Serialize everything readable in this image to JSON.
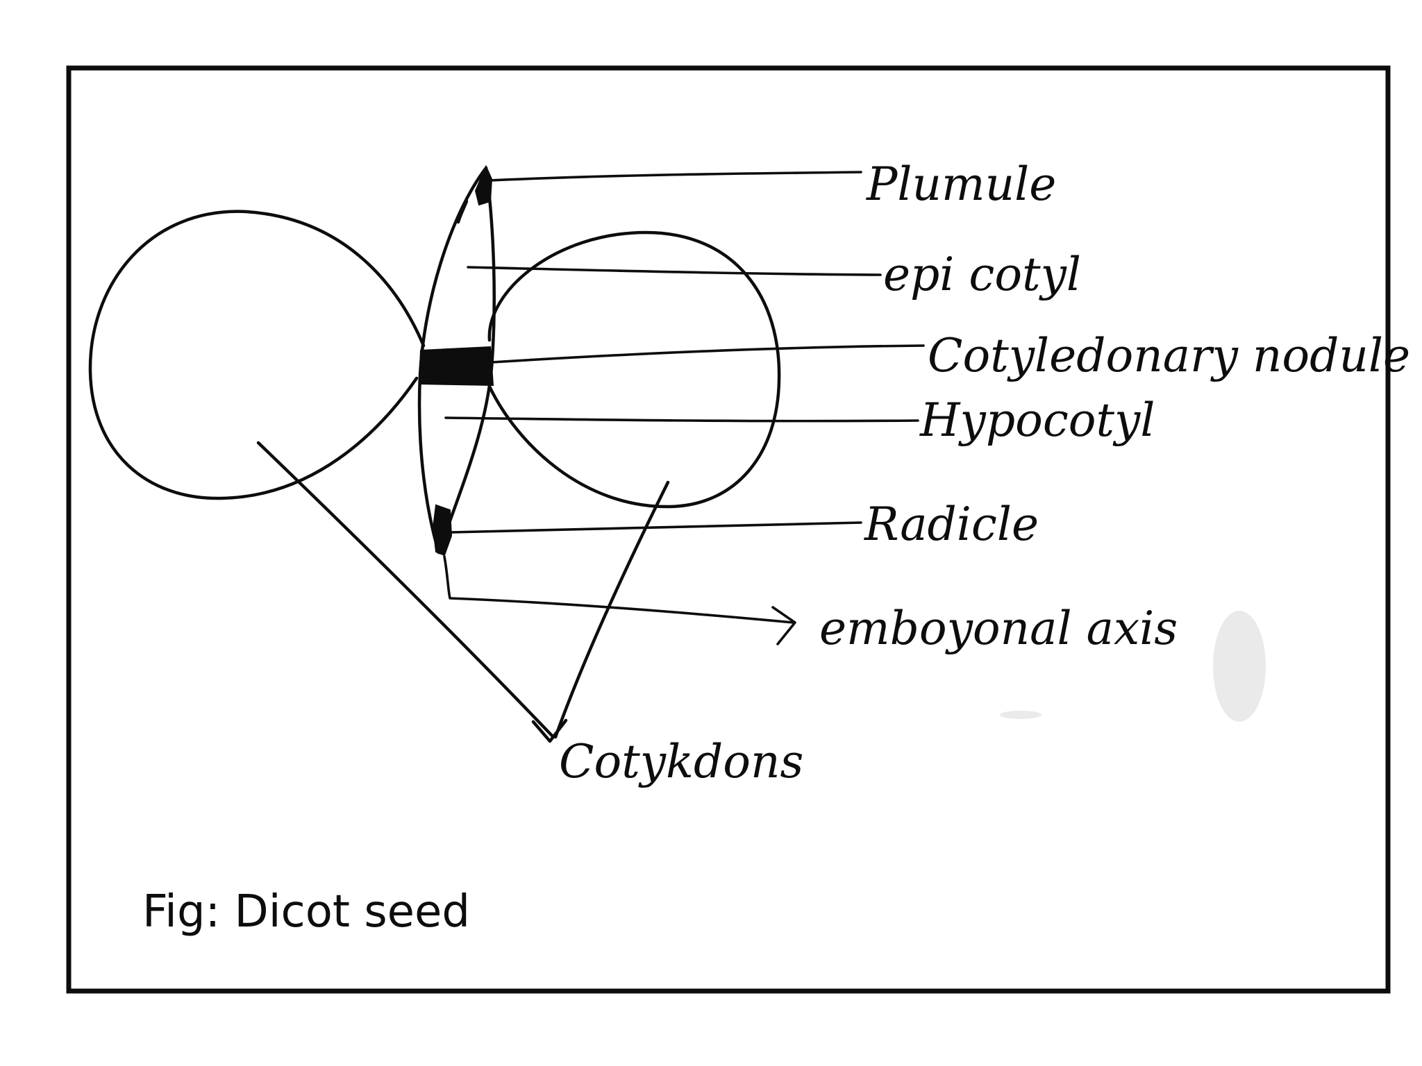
{
  "diagram": {
    "labels": {
      "plumule": "Plumule",
      "epicotyl": "epi cotyl",
      "cotyledonary_node": "Cotyledonary nodule",
      "hypocotyl": "Hypocotyl",
      "radicle": "Radicle",
      "embryonal_axis": "emboyonal axis",
      "cotyledons": "Cotykdons"
    },
    "caption": "Fig: Dicot seed",
    "stroke_color": "#0d0d0d",
    "background_color": "#ffffff"
  }
}
